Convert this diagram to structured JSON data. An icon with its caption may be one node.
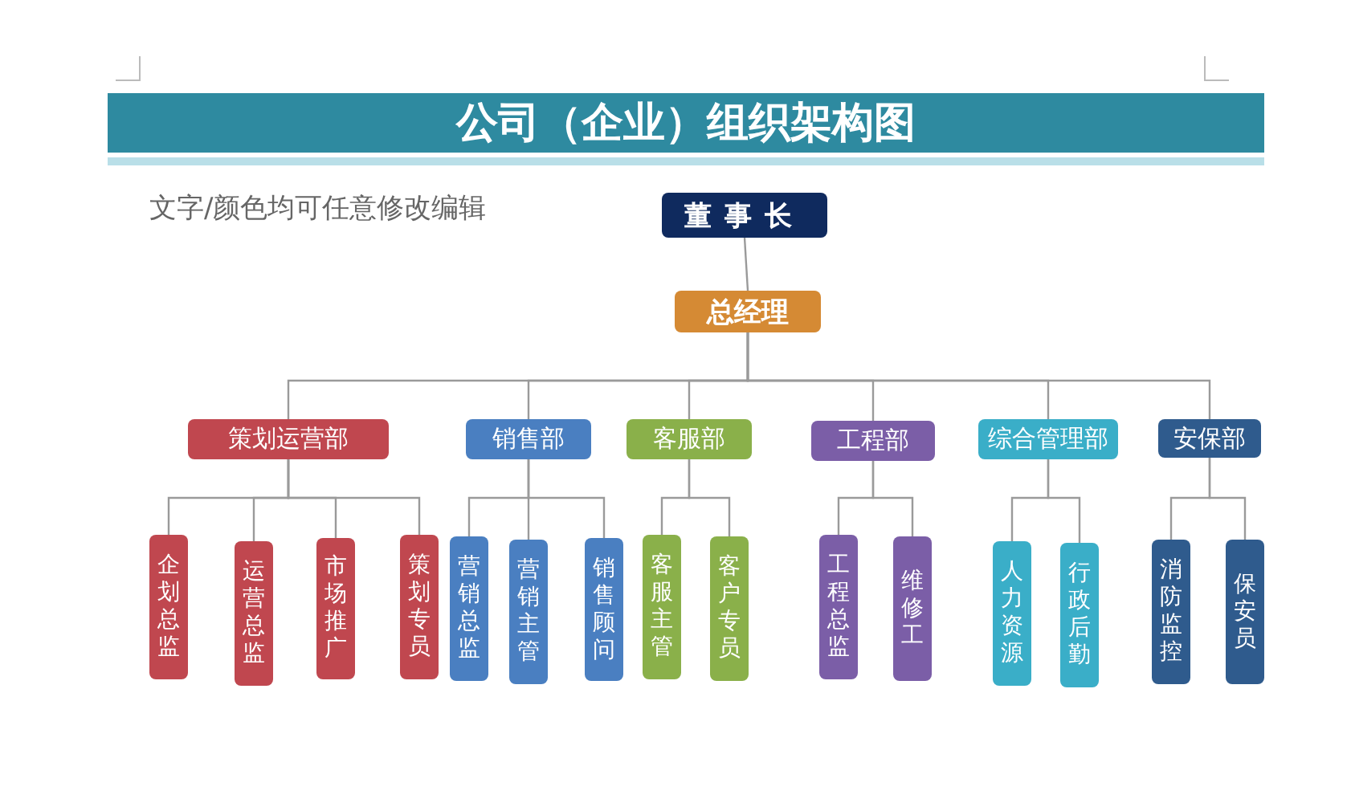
{
  "diagram": {
    "title": "公司（企业）组织架构图",
    "nodes": [
      {
        "text": [
          "董事长"
        ]
      },
      {
        "text": [
          "总经理"
        ]
      },
      {
        "text": [
          "策划运营部"
        ]
      },
      {
        "text": [
          "销售部"
        ]
      },
      {
        "text": [
          "客服部"
        ]
      },
      {
        "text": [
          "工程部"
        ]
      },
      {
        "text": [
          "综合管理部"
        ]
      },
      {
        "text": [
          "安保部"
        ]
      },
      {
        "text": [
          "企划总监"
        ]
      },
      {
        "text": [
          "运营总监"
        ]
      },
      {
        "text": [
          "市场推广"
        ]
      },
      {
        "text": [
          "策划专员"
        ]
      },
      {
        "text": [
          "营销总监"
        ]
      },
      {
        "text": [
          "营销主管"
        ]
      },
      {
        "text": [
          "销售顾问"
        ]
      },
      {
        "text": [
          "客服主管"
        ]
      },
      {
        "text": [
          "客户专员"
        ]
      },
      {
        "text": [
          "工程总监"
        ]
      },
      {
        "text": [
          "维修工"
        ]
      },
      {
        "text": [
          "人力资源"
        ]
      },
      {
        "text": [
          "行政后勤"
        ]
      },
      {
        "text": [
          "消防监控"
        ]
      },
      {
        "text": [
          "保安员"
        ]
      }
    ],
    "edges": [
      {
        "from": 0,
        "to": 1,
        "arrow": "none"
      },
      {
        "from": 1,
        "to": 2,
        "arrow": "none"
      },
      {
        "from": 1,
        "to": 3,
        "arrow": "none"
      },
      {
        "from": 1,
        "to": 4,
        "arrow": "none"
      },
      {
        "from": 1,
        "to": 5,
        "arrow": "none"
      },
      {
        "from": 1,
        "to": 6,
        "arrow": "none"
      },
      {
        "from": 1,
        "to": 7,
        "arrow": "none"
      },
      {
        "from": 2,
        "to": 8,
        "arrow": "none"
      },
      {
        "from": 2,
        "to": 9,
        "arrow": "none"
      },
      {
        "from": 2,
        "to": 10,
        "arrow": "none"
      },
      {
        "from": 2,
        "to": 11,
        "arrow": "none"
      },
      {
        "from": 3,
        "to": 12,
        "arrow": "none"
      },
      {
        "from": 3,
        "to": 13,
        "arrow": "none"
      },
      {
        "from": 3,
        "to": 14,
        "arrow": "none"
      },
      {
        "from": 4,
        "to": 15,
        "arrow": "none"
      },
      {
        "from": 4,
        "to": 16,
        "arrow": "none"
      },
      {
        "from": 5,
        "to": 17,
        "arrow": "none"
      },
      {
        "from": 5,
        "to": 18,
        "arrow": "none"
      },
      {
        "from": 6,
        "to": 19,
        "arrow": "none"
      },
      {
        "from": 6,
        "to": 20,
        "arrow": "none"
      },
      {
        "from": 7,
        "to": 21,
        "arrow": "none"
      },
      {
        "from": 7,
        "to": 22,
        "arrow": "none"
      }
    ],
    "labels": [
      "文字/颜色均可任意修改编辑"
    ]
  }
}
